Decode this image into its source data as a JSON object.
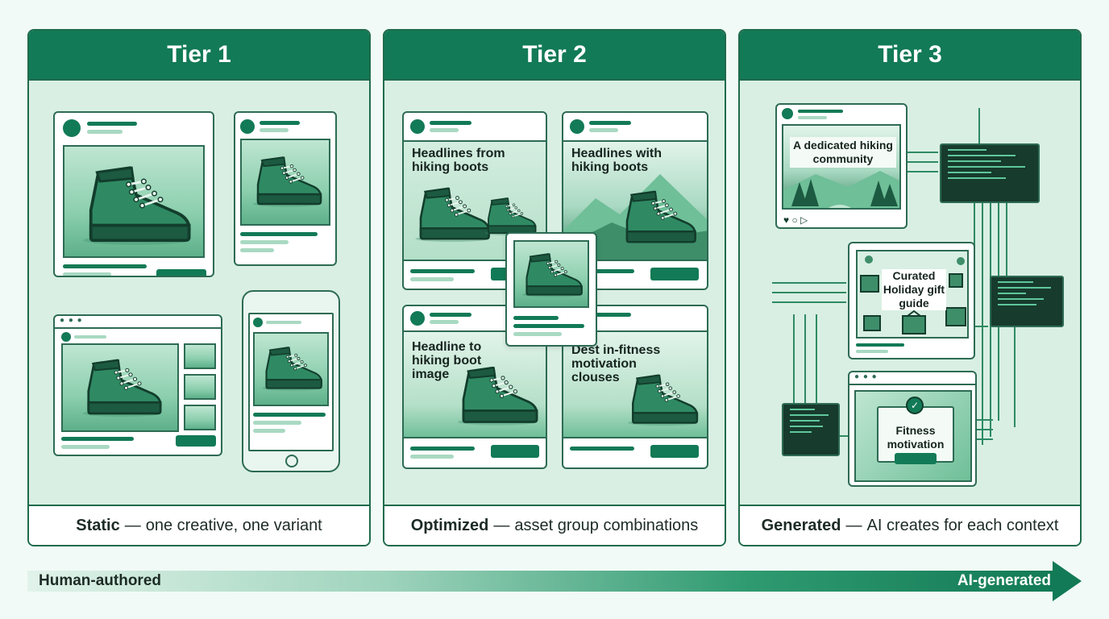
{
  "tiers": [
    {
      "title": "Tier 1",
      "footer_bold": "Static",
      "footer_dash": "—",
      "footer_text": "one creative, one variant"
    },
    {
      "title": "Tier 2",
      "footer_bold": "Optimized",
      "footer_dash": "—",
      "footer_text": "asset group combinations"
    },
    {
      "title": "Tier 3",
      "footer_bold": "Generated",
      "footer_dash": "—",
      "footer_text": "AI creates for each context"
    }
  ],
  "tier2_cards": {
    "card1_headline": "Headlines from hiking boots",
    "card2_headline": "Headlines with hiking boots",
    "card3_headline": "Headline to hiking boot image",
    "card4_headline": "Dest in-fitness motivation clouses"
  },
  "tier3_cards": {
    "card1_headline": "A dedicated hiking community",
    "card2_headline": "Curated Holiday gift guide",
    "card3_headline": "Fitness motivation"
  },
  "axis": {
    "left_label": "Human-authored",
    "right_label": "AI-generated"
  },
  "colors": {
    "primary": "#127a56",
    "panel": "#d9efe3",
    "background": "#f1faf6",
    "border": "#1f6b4c"
  }
}
